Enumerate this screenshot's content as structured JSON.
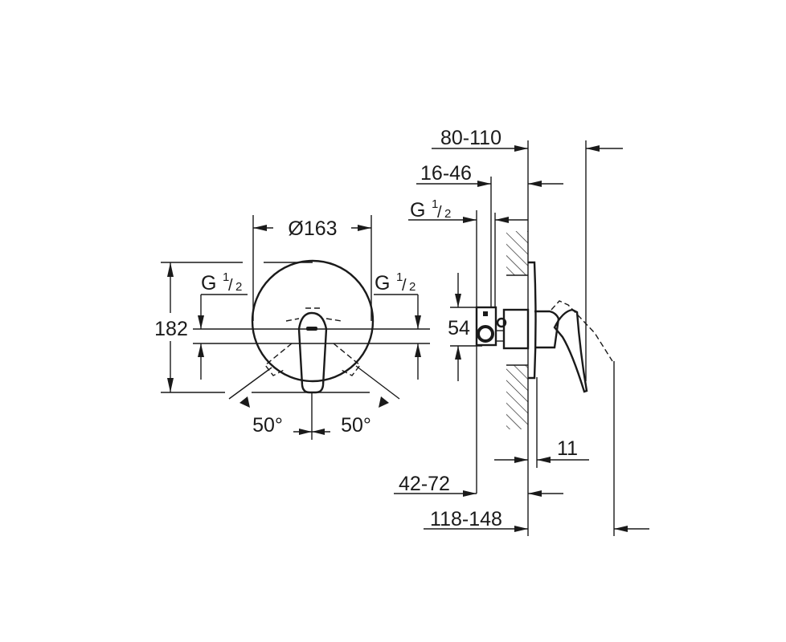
{
  "front_view": {
    "diameter_label": "Ø163",
    "height_label": "182",
    "inlet_left": {
      "main": "G",
      "num": "1",
      "den": "2"
    },
    "inlet_right": {
      "main": "G",
      "num": "1",
      "den": "2"
    },
    "angle_left": "50°",
    "angle_right": "50°"
  },
  "side_view": {
    "depth_total_label": "80-110",
    "wall_range_label": "16-46",
    "inlet": {
      "main": "G",
      "num": "1",
      "den": "2"
    },
    "inlet_spacing_label": "54",
    "plate_label": "11",
    "body_depth_label": "42-72",
    "total_depth_label": "118-148"
  }
}
